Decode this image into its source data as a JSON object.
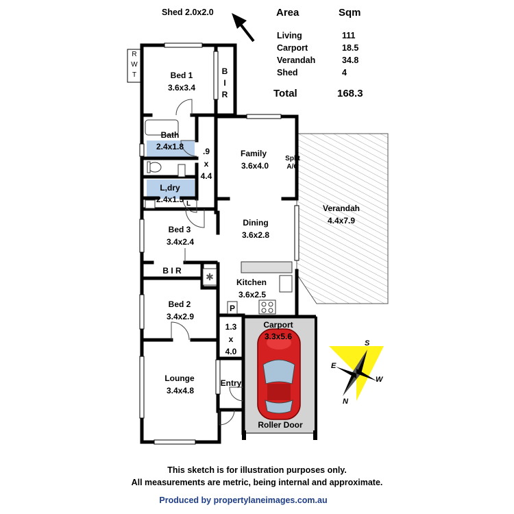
{
  "shed_label": "Shed 2.0x2.0",
  "rwt_label": [
    "R",
    "W",
    "T"
  ],
  "area_table": {
    "header_area": "Area",
    "header_sqm": "Sqm",
    "rows": [
      {
        "name": "Living",
        "sqm": "111"
      },
      {
        "name": "Carport",
        "sqm": "18.5"
      },
      {
        "name": "Verandah",
        "sqm": "34.8"
      },
      {
        "name": "Shed",
        "sqm": "4"
      }
    ],
    "total_label": "Total",
    "total_value": "168.3"
  },
  "rooms": {
    "bed1": {
      "name": "Bed 1",
      "dim": "3.6x3.4"
    },
    "bir_top": [
      "B",
      "I",
      "R"
    ],
    "bath": {
      "name": "Bath",
      "dim": "2.4x1.8"
    },
    "hall": {
      "l1": ".9",
      "l2": "x",
      "l3": "4.4"
    },
    "laundry": {
      "name": "L,dry",
      "dim": "2.4x1.5",
      "mark": "L"
    },
    "family": {
      "name": "Family",
      "dim": "3.6x4.0"
    },
    "split_ac": {
      "l1": "Split",
      "l2": "A/C"
    },
    "verandah": {
      "name": "Verandah",
      "dim": "4.4x7.9"
    },
    "bed3": {
      "name": "Bed 3",
      "dim": "3.4x2.4"
    },
    "dining": {
      "name": "Dining",
      "dim": "3.6x2.8"
    },
    "bir_mid": "B I R",
    "kitchen": {
      "name": "Kitchen",
      "dim": "3.6x2.5"
    },
    "pantry": "P",
    "bed2": {
      "name": "Bed 2",
      "dim": "3.4x2.9"
    },
    "hall2": {
      "l1": "1.3",
      "l2": "x",
      "l3": "4.0"
    },
    "carport": {
      "name": "Carport",
      "dim": "3.3x5.6"
    },
    "lounge": {
      "name": "Lounge",
      "dim": "3.4x4.8"
    },
    "entry": "Entry",
    "roller_door": "Roller Door"
  },
  "compass": {
    "s": "S",
    "e": "E",
    "w": "W",
    "n": "N"
  },
  "footer": {
    "line1": "This sketch is for illustration purposes only.",
    "line2": "All measurements are metric, being internal and approximate.",
    "credit": "Produced by propertylaneimages.com.au"
  },
  "colors": {
    "wall": "#000000",
    "wet_area": "#b9d0ea",
    "carport": "#d3d3d3",
    "verandah_line": "#9a9a9a",
    "credit": "#1f3e86",
    "sun": "#fff200",
    "car": "#d42020"
  }
}
